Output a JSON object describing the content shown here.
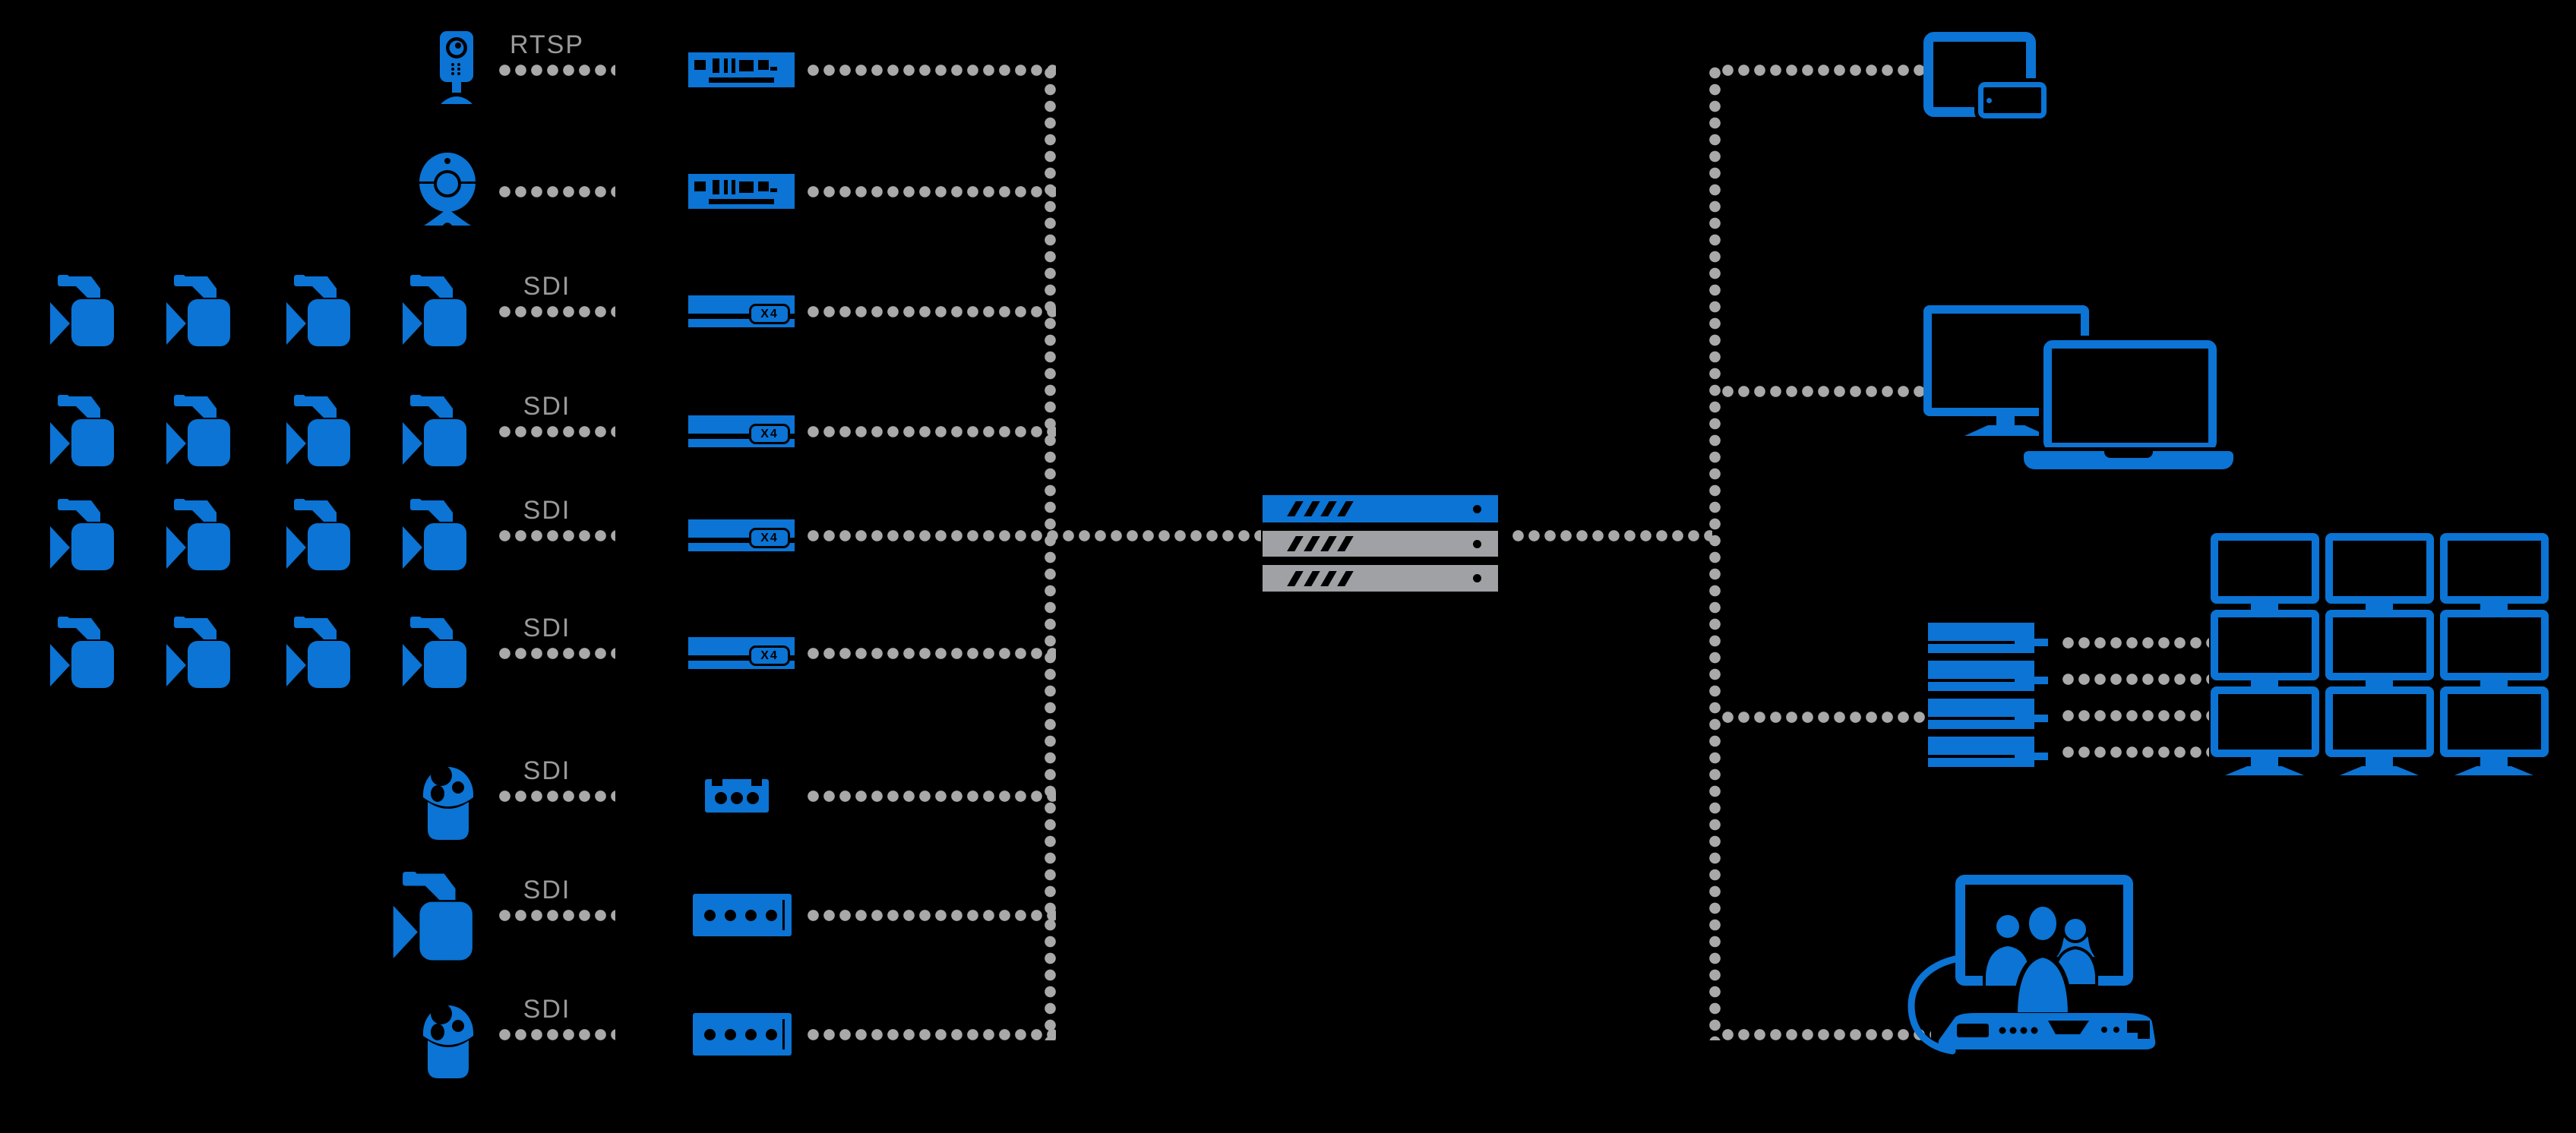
{
  "palette": {
    "background": "#000000",
    "accent_blue": "#0b74d4",
    "connection_dot_gray": "#a9a9a9",
    "label_gray": "#9a9a9a",
    "server_unit_gray": "#9fa1a4"
  },
  "labels": {
    "rtsp": "RTSP",
    "sdi": "SDI",
    "x4_badge": "X4"
  },
  "source_rows": [
    {
      "name": "ip-camera",
      "protocol_label": "RTSP",
      "device_count": 1,
      "encoder": "rackmount-encoder"
    },
    {
      "name": "usb-webcam",
      "protocol_label": "",
      "device_count": 1,
      "encoder": "rackmount-encoder"
    },
    {
      "name": "sdi-camera-group-1",
      "protocol_label": "SDI",
      "device_count": 4,
      "encoder": "x4-multichannel-encoder"
    },
    {
      "name": "sdi-camera-group-2",
      "protocol_label": "SDI",
      "device_count": 4,
      "encoder": "x4-multichannel-encoder"
    },
    {
      "name": "sdi-camera-group-3",
      "protocol_label": "SDI",
      "device_count": 4,
      "encoder": "x4-multichannel-encoder"
    },
    {
      "name": "sdi-camera-group-4",
      "protocol_label": "SDI",
      "device_count": 4,
      "encoder": "x4-multichannel-encoder"
    },
    {
      "name": "ptz-dome-camera-1",
      "protocol_label": "SDI",
      "device_count": 1,
      "encoder": "compact-encoder-3port"
    },
    {
      "name": "sdi-video-camera",
      "protocol_label": "SDI",
      "device_count": 1,
      "encoder": "compact-encoder-4port"
    },
    {
      "name": "ptz-dome-camera-2",
      "protocol_label": "SDI",
      "device_count": 1,
      "encoder": "compact-encoder-4port"
    }
  ],
  "core": {
    "name": "streaming-server-stack",
    "rack_units": 3,
    "unit_colors": [
      "#0b74d4",
      "#9fa1a4",
      "#9fa1a4"
    ]
  },
  "destinations": [
    {
      "name": "tablet-and-smartphone"
    },
    {
      "name": "desktop-monitor-and-laptop"
    },
    {
      "name": "video-wall-processor-and-3x3-wall",
      "wall_rows": 3,
      "wall_cols": 3,
      "feed_lines": 4
    },
    {
      "name": "video-conference-system"
    }
  ]
}
